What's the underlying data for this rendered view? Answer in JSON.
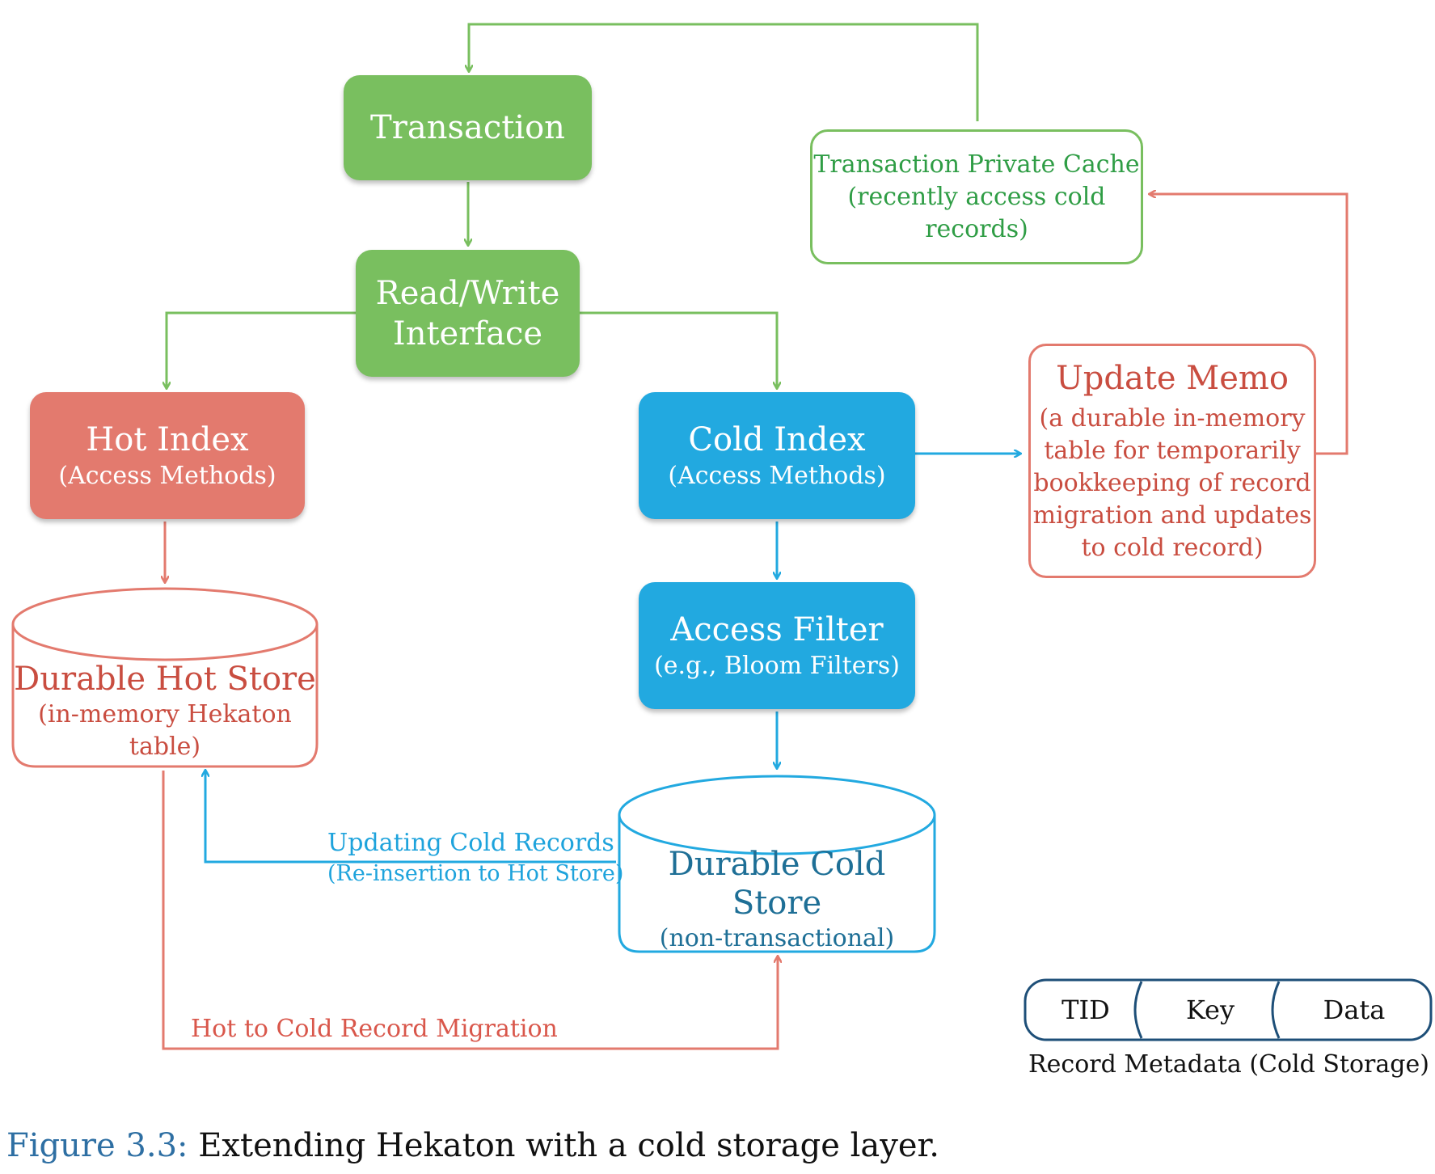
{
  "nodes": {
    "transaction": {
      "label": "Transaction"
    },
    "rw_interface": {
      "line1": "Read/Write",
      "line2": "Interface"
    },
    "hot_index": {
      "title": "Hot Index",
      "subtitle": "(Access Methods)"
    },
    "cold_index": {
      "title": "Cold Index",
      "subtitle": "(Access Methods)"
    },
    "access_filter": {
      "title": "Access Filter",
      "subtitle": "(e.g., Bloom Filters)"
    },
    "private_cache": {
      "line1": "Transaction Private Cache",
      "line2": "(recently access cold records)"
    },
    "update_memo": {
      "title": "Update Memo",
      "lines": [
        "(a durable in-memory",
        "table for temporarily",
        "bookkeeping of record",
        "migration and updates",
        "to cold record)"
      ]
    },
    "hot_store": {
      "title": "Durable Hot Store",
      "subtitle": "(in-memory Hekaton table)"
    },
    "cold_store": {
      "title": "Durable Cold Store",
      "subtitle": "(non-transactional)"
    }
  },
  "edges": {
    "updating_cold": {
      "line1": "Updating Cold Records",
      "line2": "(Re-insertion to Hot Store)"
    },
    "migration": {
      "label": "Hot to Cold Record Migration"
    }
  },
  "record_metadata": {
    "fields": [
      "TID",
      "Key",
      "Data"
    ],
    "caption": "Record Metadata (Cold Storage)"
  },
  "caption": {
    "prefix": "Figure 3.3:",
    "text": "Extending Hekaton with a cold storage layer."
  },
  "colors": {
    "green": "#79bf5f",
    "red": "#e37a6e",
    "blue": "#22a9e0",
    "navy": "#1e4f78"
  }
}
